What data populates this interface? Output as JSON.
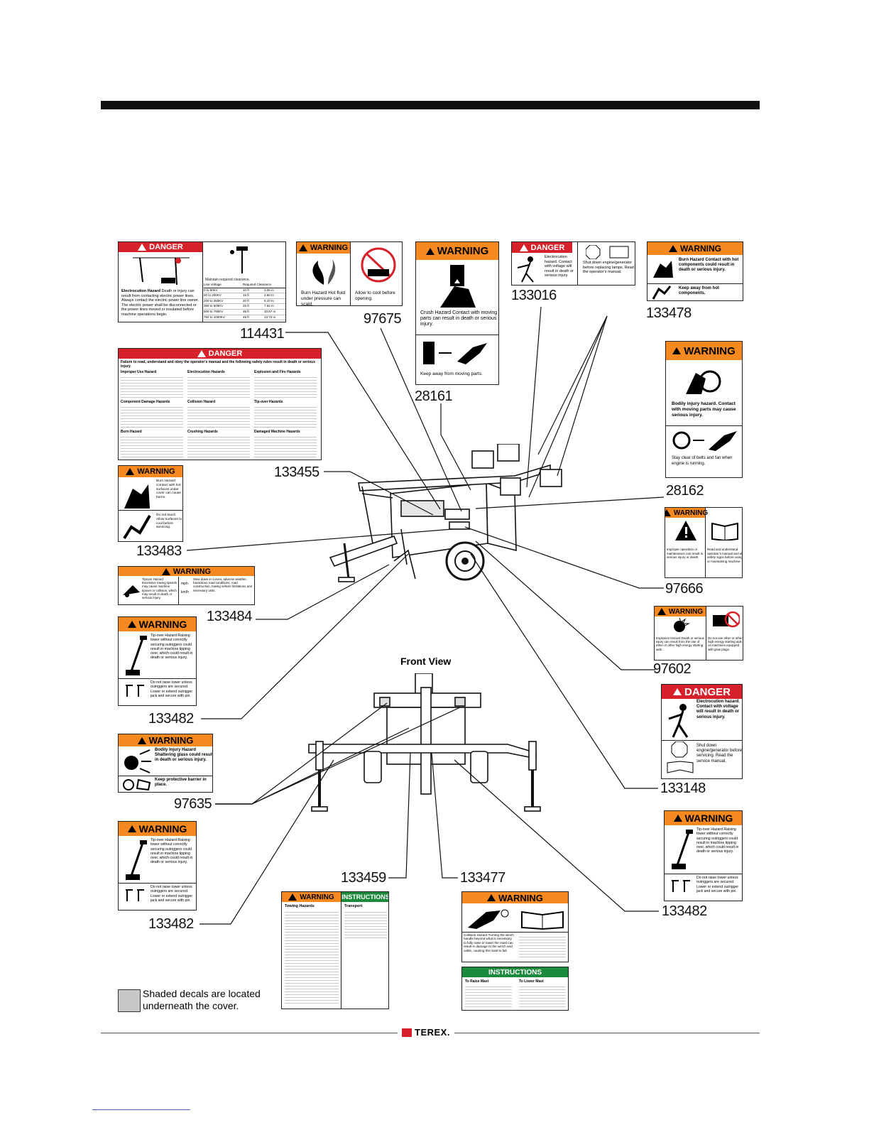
{
  "decals": {
    "d114431": {
      "header": "DANGER",
      "title": "Electrocution Hazard",
      "body": "Death or injury can result from contacting electric power lines.",
      "note": "Always contact the electric power line owner. The electric power shall be disconnected or the power lines moved or insulated before machine operations begin.",
      "table_title": "Maintain required clearance.",
      "col1": "Line Voltage",
      "col2": "Required Clearance",
      "rows": [
        [
          "0 to 50KV",
          "10 ft",
          "3.05 m"
        ],
        [
          "50 to 200KV",
          "15 ft",
          "4.60 m"
        ],
        [
          "200 to 350KV",
          "20 ft",
          "6.10 m"
        ],
        [
          "350 to 500KV",
          "25 ft",
          "7.62 m"
        ],
        [
          "500 to 750KV",
          "35 ft",
          "10.67 m"
        ],
        [
          "750 to 1000KV",
          "45 ft",
          "13.72 m"
        ]
      ]
    },
    "d97675": {
      "header": "WARNING",
      "left": "Burn Hazard Hot fluid under pressure can scald.",
      "right": "Allow to cool before opening."
    },
    "d28161": {
      "header": "WARNING",
      "body": "Crush Hazard Contact with moving parts can result in death or serious injury.",
      "foot": "Keep away from moving parts."
    },
    "d133016": {
      "header": "DANGER",
      "left": "Electrocution hazard. Contact with voltage will result in death or serious injury.",
      "right": "Shut down engine/generator before replacing lamps. Read the operator's manual."
    },
    "d133478": {
      "header": "WARNING",
      "body": "Burn Hazard Contact with hot components could result in death or serious injury.",
      "foot": "Keep away from hot components."
    },
    "d133455": {
      "header": "DANGER",
      "intro": "Failure to read, understand and obey the operator's manual and the following safety rules result in death or serious injury.",
      "sections": [
        "Improper Use Hazard",
        "Electrocution Hazards",
        "Explosion and Fire Hazards",
        "Component Damage Hazards",
        "Collision Hazard",
        "Tip-over Hazards",
        "Burn Hazard",
        "Crushing Hazards",
        "Damaged Machine Hazards"
      ]
    },
    "d28162": {
      "header": "WARNING",
      "body": "Bodily injury hazard. Contact with moving parts may cause serious injury.",
      "foot": "Stay clear of belts and fan when engine is running."
    },
    "d133483": {
      "header": "WARNING",
      "top": "Burn Hazard Contact with hot surfaces under cover can cause burns.",
      "bottom": "Do not touch. Allow surfaces to cool before servicing."
    },
    "d97666": {
      "header": "WARNING",
      "left": "Improper operation or maintenance can result in serious injury or death.",
      "right": "Read and understand operator's manual and all safety signs before using or maintaining machine."
    },
    "d133484": {
      "header": "WARNING",
      "left": "Tipover Hazard Excessive towing speeds may cause machine tipover or collision, which may result in death or serious injury.",
      "right": "Slow down in curves, adverse weather, hazardous road conditions, road construction, towing vehicle limitations and necessary units.",
      "mph": "mph",
      "kmh": "km/h"
    },
    "d97602": {
      "header": "WARNING",
      "left": "Explosion Hazard Death or serious injury can result from the use of ether or other high energy starting aids.",
      "right": "Do not use ether or other high energy starting aids on machines equipped with glow plugs."
    },
    "d133482a": {
      "header": "WARNING",
      "top": "Tip-over Hazard Raising tower without correctly securing outriggers could result in machine tipping over, which could result in death or serious injury.",
      "bottom": "Do not raise tower unless outriggers are secured. Lower or extend outrigger jack and secure with pin."
    },
    "d133148": {
      "header": "DANGER",
      "top": "Electrocution hazard. Contact with voltage will result in death or serious injury.",
      "bottom": "Shut down engine/generator before servicing. Read the service manual."
    },
    "d97635": {
      "header": "WARNING",
      "top": "Bodily Injury Hazard Shattering glass could result in death or serious injury.",
      "bottom": "Keep protective barrier in place."
    },
    "d133482b": {
      "header": "WARNING",
      "top": "Tip-over Hazard Raising tower without correctly securing outriggers could result in machine tipping over, which could result in death or serious injury.",
      "bottom": "Do not raise tower unless outriggers are secured. Lower or extend outrigger jack and secure with pin."
    },
    "d133482c": {
      "header": "WARNING",
      "top": "Tip-over Hazard Raising tower without correctly securing outriggers could result in machine tipping over, which could result in death or serious injury.",
      "bottom": "Do not raise tower unless outriggers are secured. Lower or extend outrigger jack and secure with pin."
    },
    "d133459": {
      "header_left": "WARNING",
      "header_right": "INSTRUCTIONS",
      "left_title": "Towing Hazards",
      "right_title": "Transport"
    },
    "d133477": {
      "header": "WARNING",
      "left": "Collision Hazard Turning the winch handle beyond what is necessary to fully raise or lower the mast can result in damage to the winch and cable, causing the mast to fall.",
      "instr": "INSTRUCTIONS",
      "raise": "To Raise Mast",
      "lower": "To Lower Mast"
    }
  },
  "labels": {
    "n114431": "114431",
    "n97675": "97675",
    "n28161": "28161",
    "n133016": "133016",
    "n133478": "133478",
    "n133455": "133455",
    "n28162": "28162",
    "n133483": "133483",
    "n97666": "97666",
    "n133484": "133484",
    "n97602": "97602",
    "n133482a": "133482",
    "n133148": "133148",
    "n97635": "97635",
    "n133482b": "133482",
    "n133459": "133459",
    "n133477": "133477",
    "n133482c": "133482"
  },
  "front_view": "Front View",
  "legend": {
    "text": "Shaded decals are located underneath the cover.",
    "swatch": "#c8c8c8"
  },
  "footer": {
    "brand": "TEREX."
  },
  "colors": {
    "danger": "#d6202a",
    "warning": "#f5891f",
    "instructions": "#1b8a3c"
  }
}
